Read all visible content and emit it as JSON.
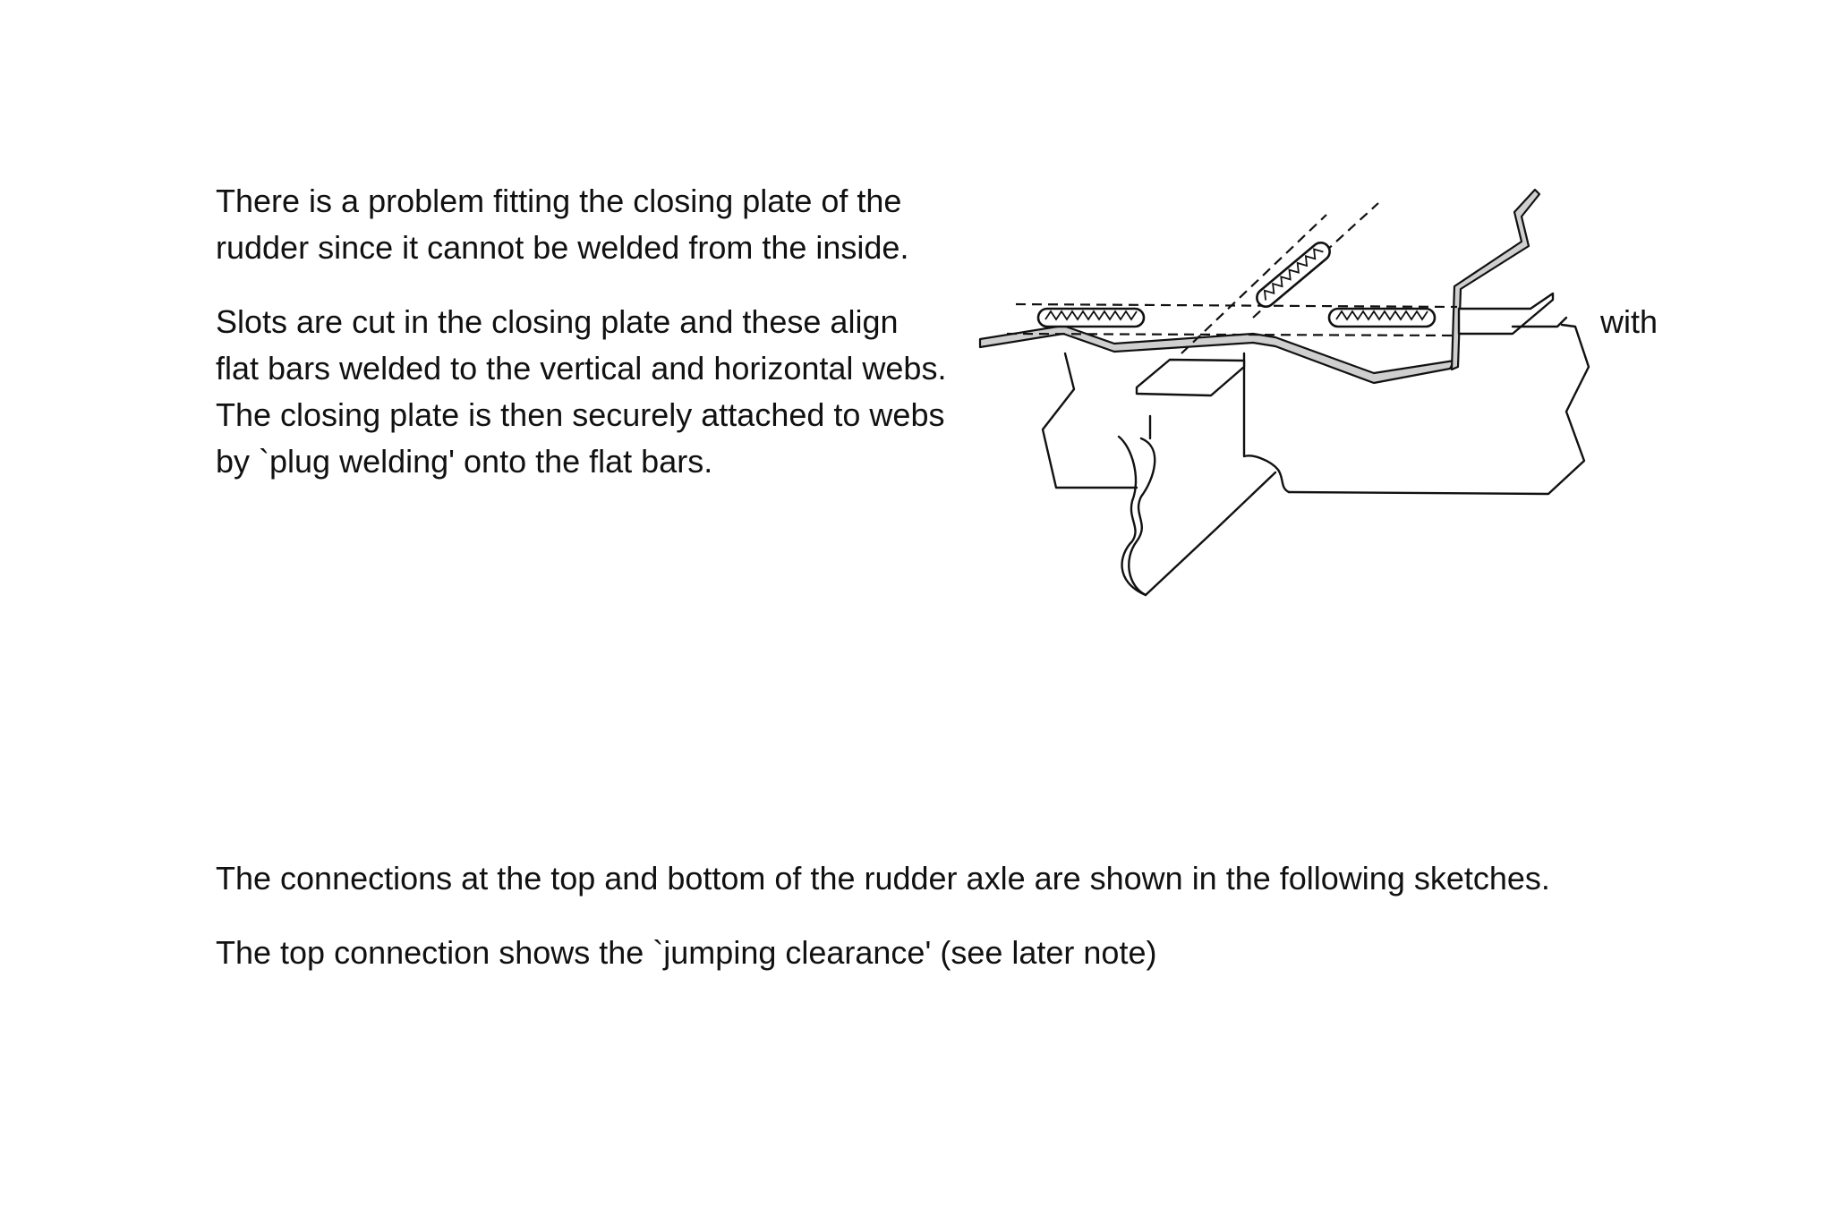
{
  "text": {
    "para1": "There is a problem fitting the closing plate of the rudder since it cannot be welded from the inside.",
    "para2": "Slots are cut in the closing plate and these align flat bars welded to the vertical and horizontal webs.  The closing plate is then securely attached to webs by `plug welding' onto the flat bars.",
    "with_word": "with",
    "para3": "The connections at the top and bottom of the rudder axle are shown in the following sketches.",
    "para4": "The top connection shows the `jumping clearance' (see later note)"
  },
  "figure": {
    "subject": "plug-welded closing plate with slotted flat bars on vertical and horizontal webs",
    "line_color": "#111111",
    "plate_fill": "#cfcfcf"
  }
}
